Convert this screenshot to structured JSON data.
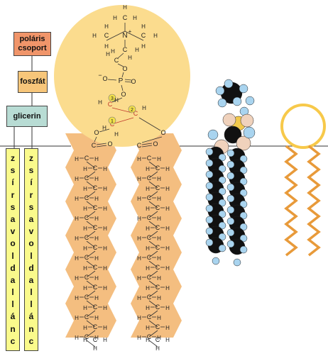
{
  "legend": {
    "polar_group": {
      "lines": [
        "poláris",
        "csoport"
      ],
      "color": "#f0956a"
    },
    "phosphate": {
      "label": "foszfát",
      "color": "#f7c67a"
    },
    "glycerol": {
      "label": "glicerin",
      "color": "#b8dcd4"
    },
    "fatty_acid_chain": {
      "letters": [
        "z",
        "s",
        "í",
        "r",
        "s",
        "a",
        "v",
        "o",
        "l",
        "d",
        "a",
        "l",
        "l",
        "á",
        "n",
        "c"
      ],
      "color": "#fafa8c"
    }
  },
  "molecule": {
    "choline": {
      "n_label": "N",
      "charge": "+",
      "carbon": "C",
      "hydrogen": "H"
    },
    "phosphate": {
      "phosphorus": "P",
      "oxygen": "O",
      "charge": "−"
    },
    "glycerol": {
      "carbon_numbers": [
        "1",
        "2",
        "3"
      ]
    },
    "ester": {
      "carbonyl_oxygen": "O"
    },
    "head_color": "#fbdc8e",
    "tail_color": "#f4be80"
  },
  "space_filling": {
    "carbon_color": "#111111",
    "hydrogen_color": "#a9d4ef",
    "oxygen_color": "#f0d2bc",
    "phosphorus_color": "#f2c94c"
  },
  "symbol": {
    "ring_color": "#f7c94a",
    "tail_color": "#e89a3a"
  }
}
